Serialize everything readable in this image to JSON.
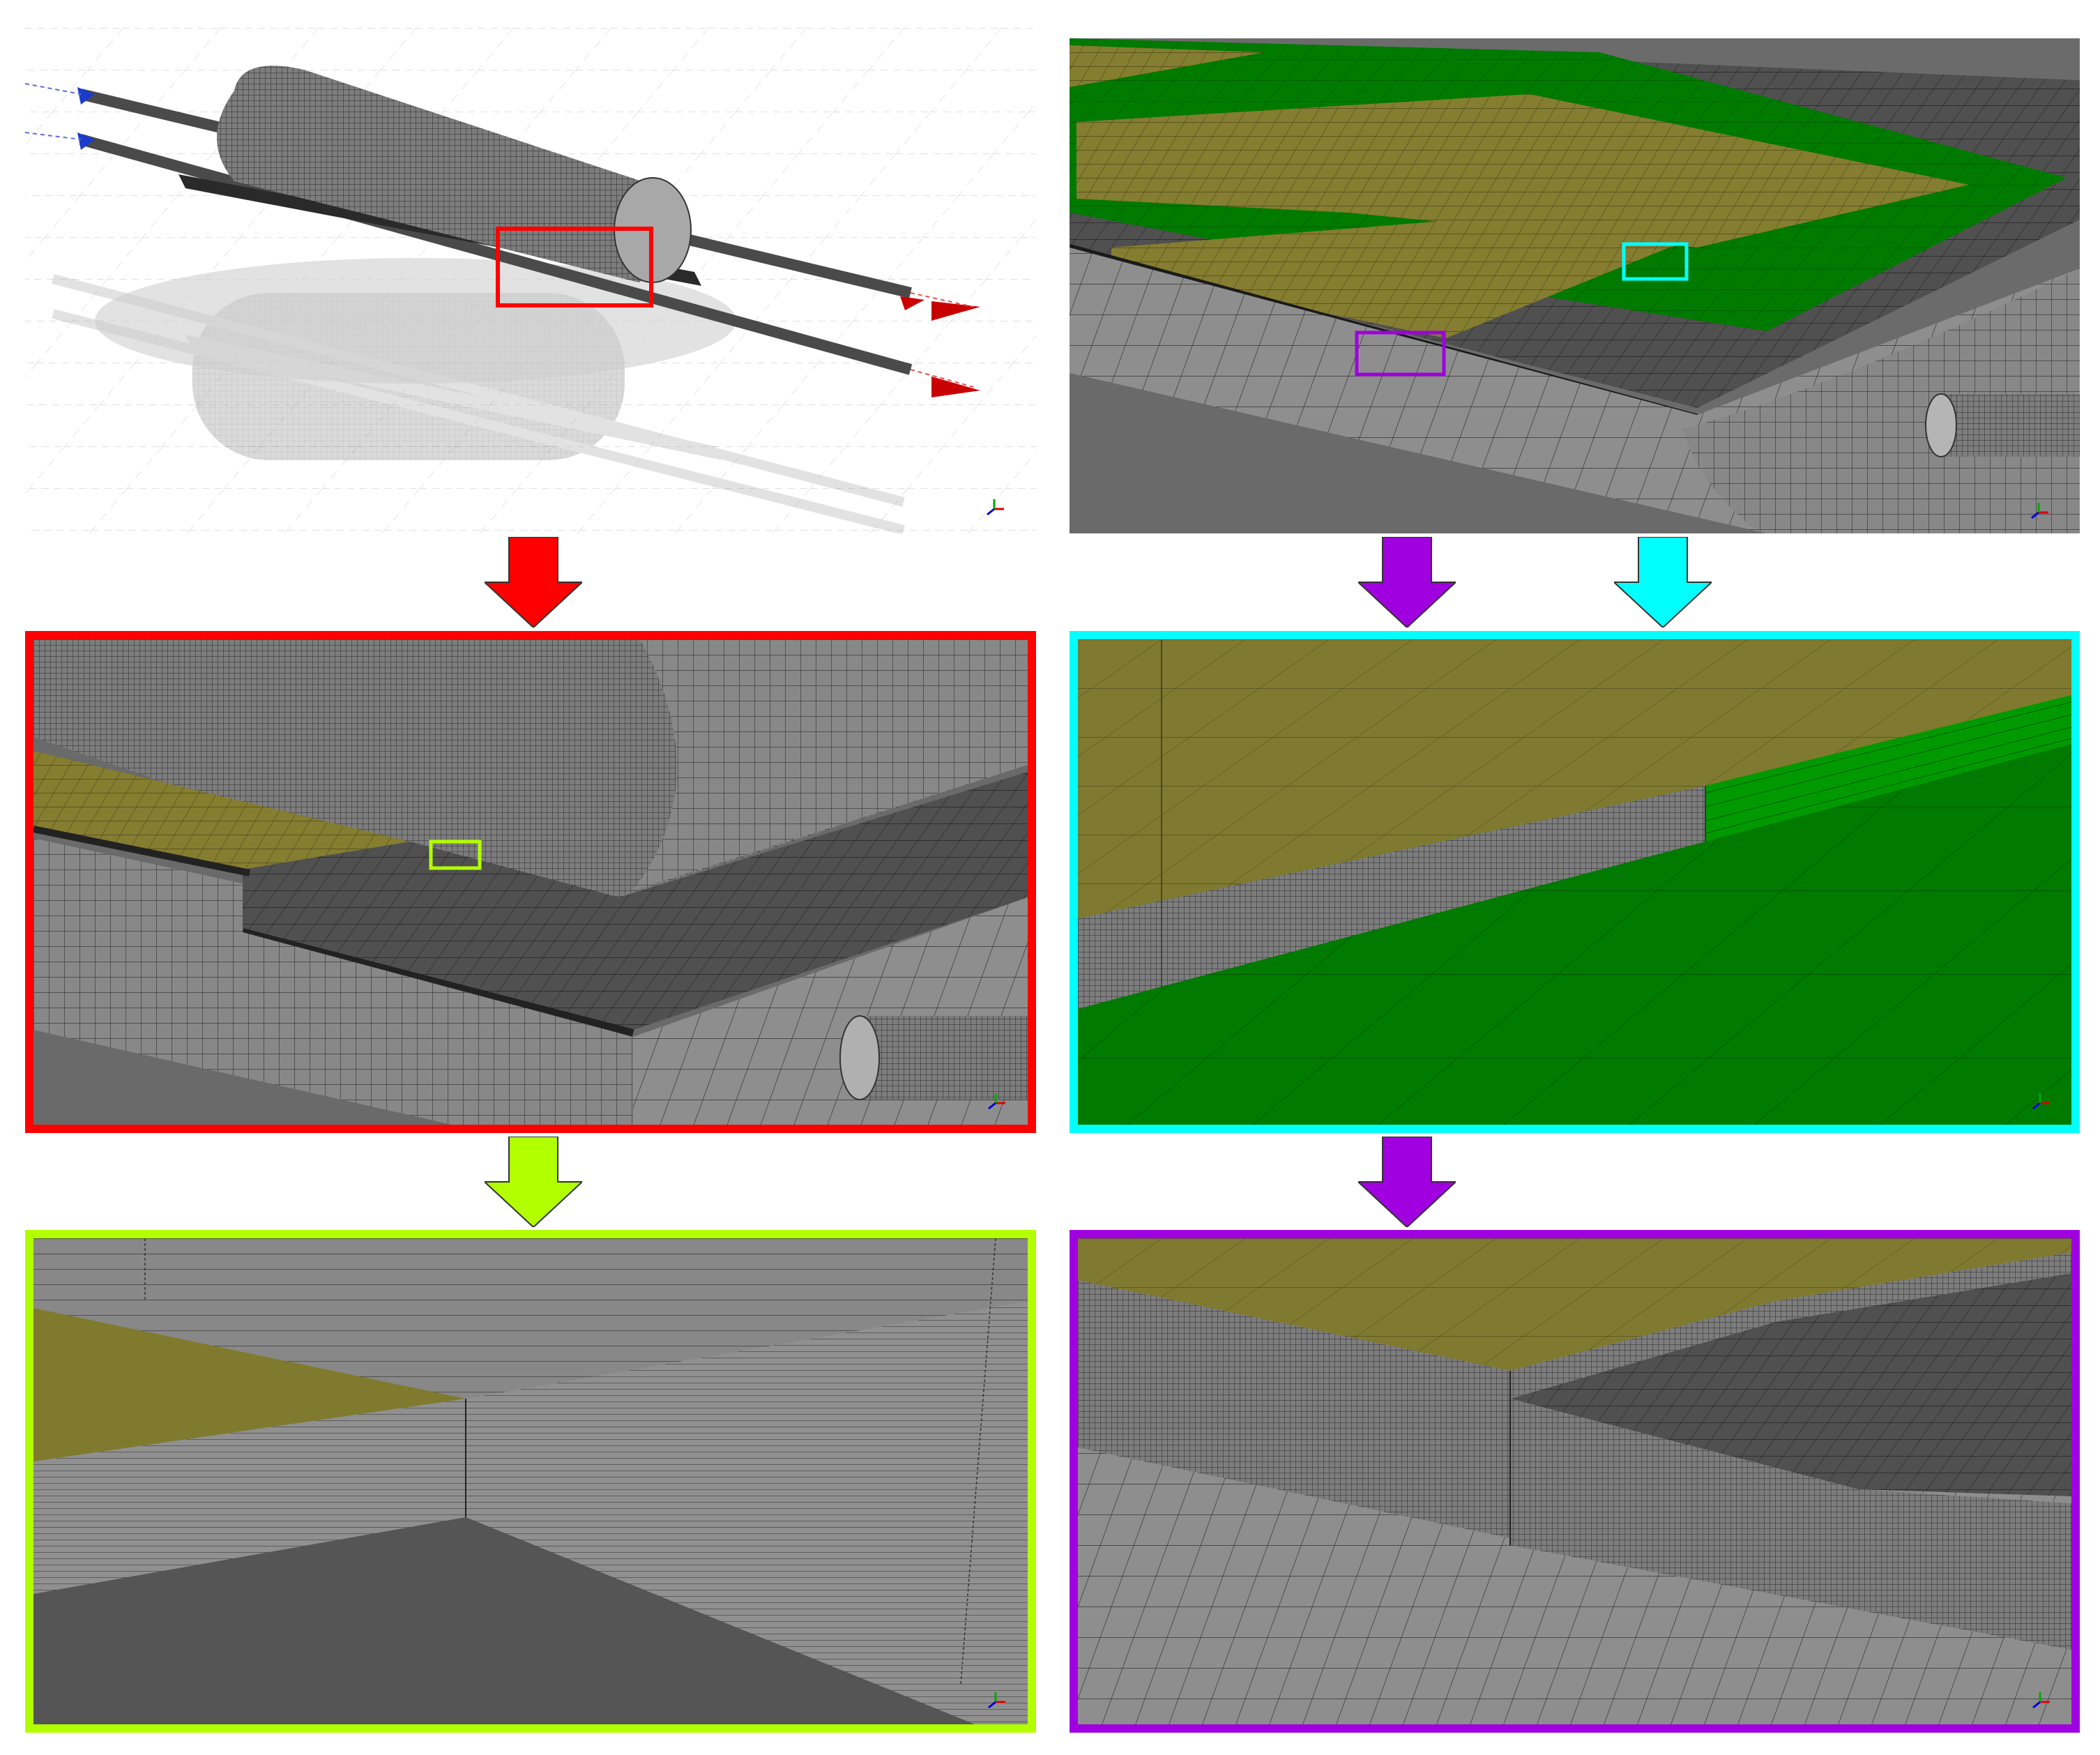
{
  "figure": {
    "description_free": true,
    "panels": [
      {
        "id": "overview",
        "content": "tube-assembly-mesh"
      },
      {
        "id": "overview-close",
        "content": "plate-over-cylinder-mesh"
      },
      {
        "id": "zoom-red",
        "content": "cylinder-plate-junction-mesh"
      },
      {
        "id": "zoom-cyan",
        "content": "yellow-green-plate-edge-mesh"
      },
      {
        "id": "zoom-lime",
        "content": "inner-corner-layer-mesh"
      },
      {
        "id": "zoom-violet",
        "content": "plate-step-layer-mesh"
      }
    ],
    "colors": {
      "red": "#ff0000",
      "cyan": "#00ffff",
      "lime": "#b2ff00",
      "violet": "#a000e0",
      "plate_yellow": "#807a2e",
      "plate_green": "#007a00",
      "mesh_gray": "#7a7a7a",
      "dark_gray": "#4d4d4d",
      "floor_gray": "#5a5a5a"
    },
    "arrows": [
      {
        "name": "red-down-arrow",
        "color": "#ff0000"
      },
      {
        "name": "violet-down-arrow-top",
        "color": "#a000e0"
      },
      {
        "name": "cyan-down-arrow",
        "color": "#00ffff"
      },
      {
        "name": "lime-down-arrow",
        "color": "#b2ff00"
      },
      {
        "name": "violet-down-arrow-bottom",
        "color": "#a000e0"
      }
    ],
    "icons": [
      "axis-triad-icon"
    ]
  }
}
